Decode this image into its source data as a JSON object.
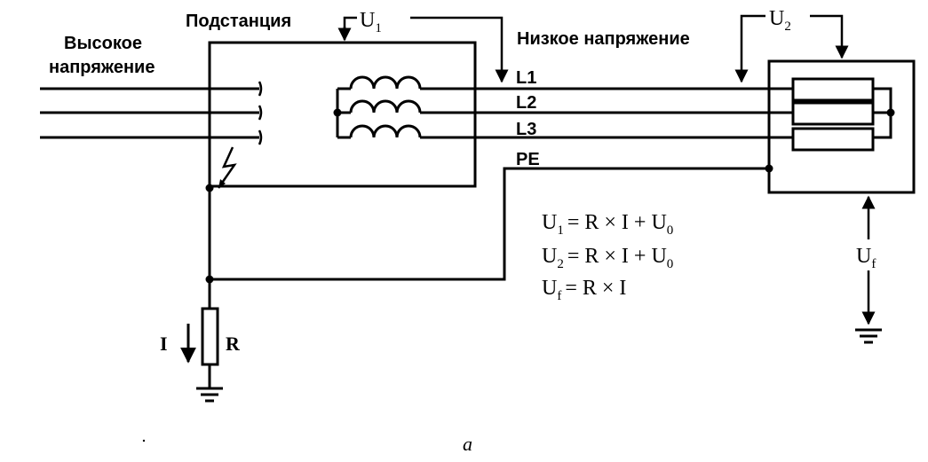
{
  "labels": {
    "high_voltage_line1": "Высокое",
    "high_voltage_line2": "напряжение",
    "substation": "Подстанция",
    "low_voltage": "Низкое напряжение",
    "l1": "L1",
    "l2": "L2",
    "l3": "L3",
    "pe": "PE",
    "current": "I",
    "resistor": "R",
    "caption": "a"
  },
  "symbols": {
    "u1": {
      "base": "U",
      "sub": "1"
    },
    "u2": {
      "base": "U",
      "sub": "2"
    },
    "uf": {
      "base": "U",
      "sub": "f"
    }
  },
  "equations": [
    {
      "lhs": "U",
      "lhs_sub": "1",
      "rhs": "= R × I + U",
      "rhs_sub": "0"
    },
    {
      "lhs": "U",
      "lhs_sub": "2",
      "rhs": "= R × I + U",
      "rhs_sub": "0"
    },
    {
      "lhs": "U",
      "lhs_sub": "f",
      "rhs": "= R × I",
      "rhs_sub": ""
    }
  ]
}
